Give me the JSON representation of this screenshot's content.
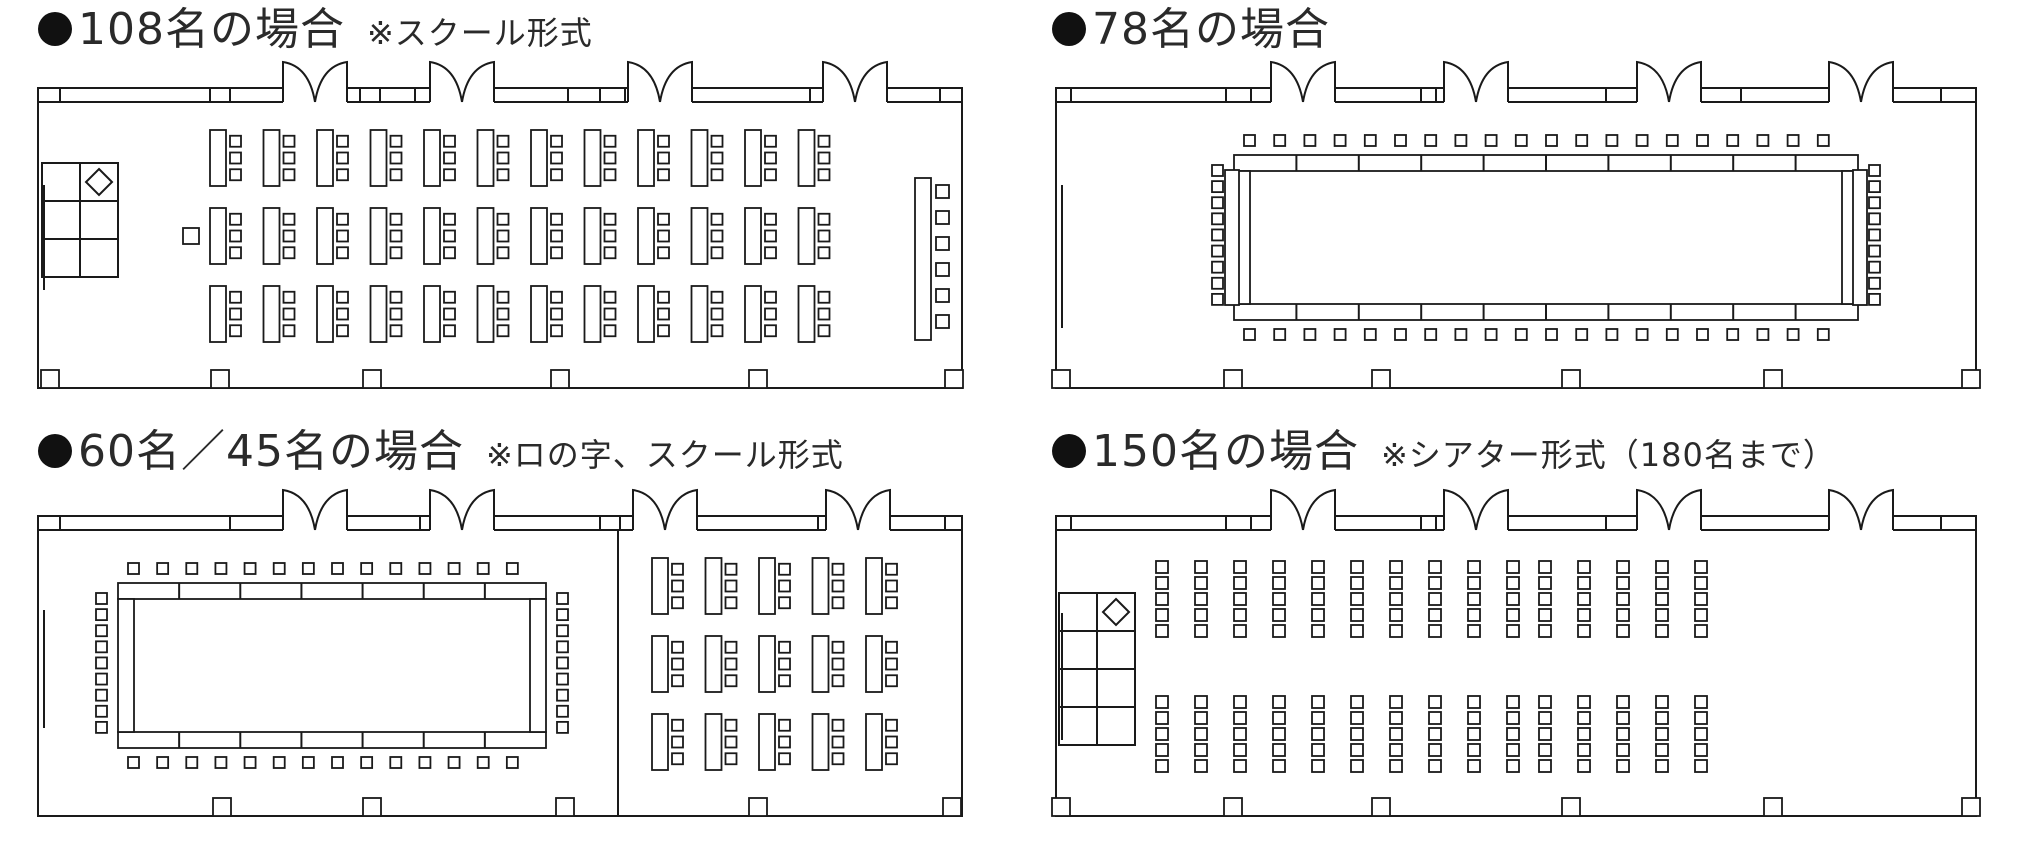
{
  "panels": [
    {
      "title": "108名の場合",
      "note": "※スクール形式",
      "layout": "school",
      "capacity": 108
    },
    {
      "title": "78名の場合",
      "note": "",
      "layout": "hollow-square",
      "capacity": 78
    },
    {
      "title": "60名／45名の場合",
      "note": "※ロの字、スクール形式",
      "layout": "hollow-square-and-school",
      "capacity": [
        60,
        45
      ]
    },
    {
      "title": "150名の場合",
      "note": "※シアター形式（180名まで）",
      "layout": "theater",
      "capacity": 150
    }
  ],
  "icons": {
    "bullet": "filled-circle-bullet",
    "door": "double-door-icon",
    "stage": "stage-grid-icon"
  },
  "colors": {
    "ink": "#1a1a1a",
    "background": "#ffffff"
  }
}
